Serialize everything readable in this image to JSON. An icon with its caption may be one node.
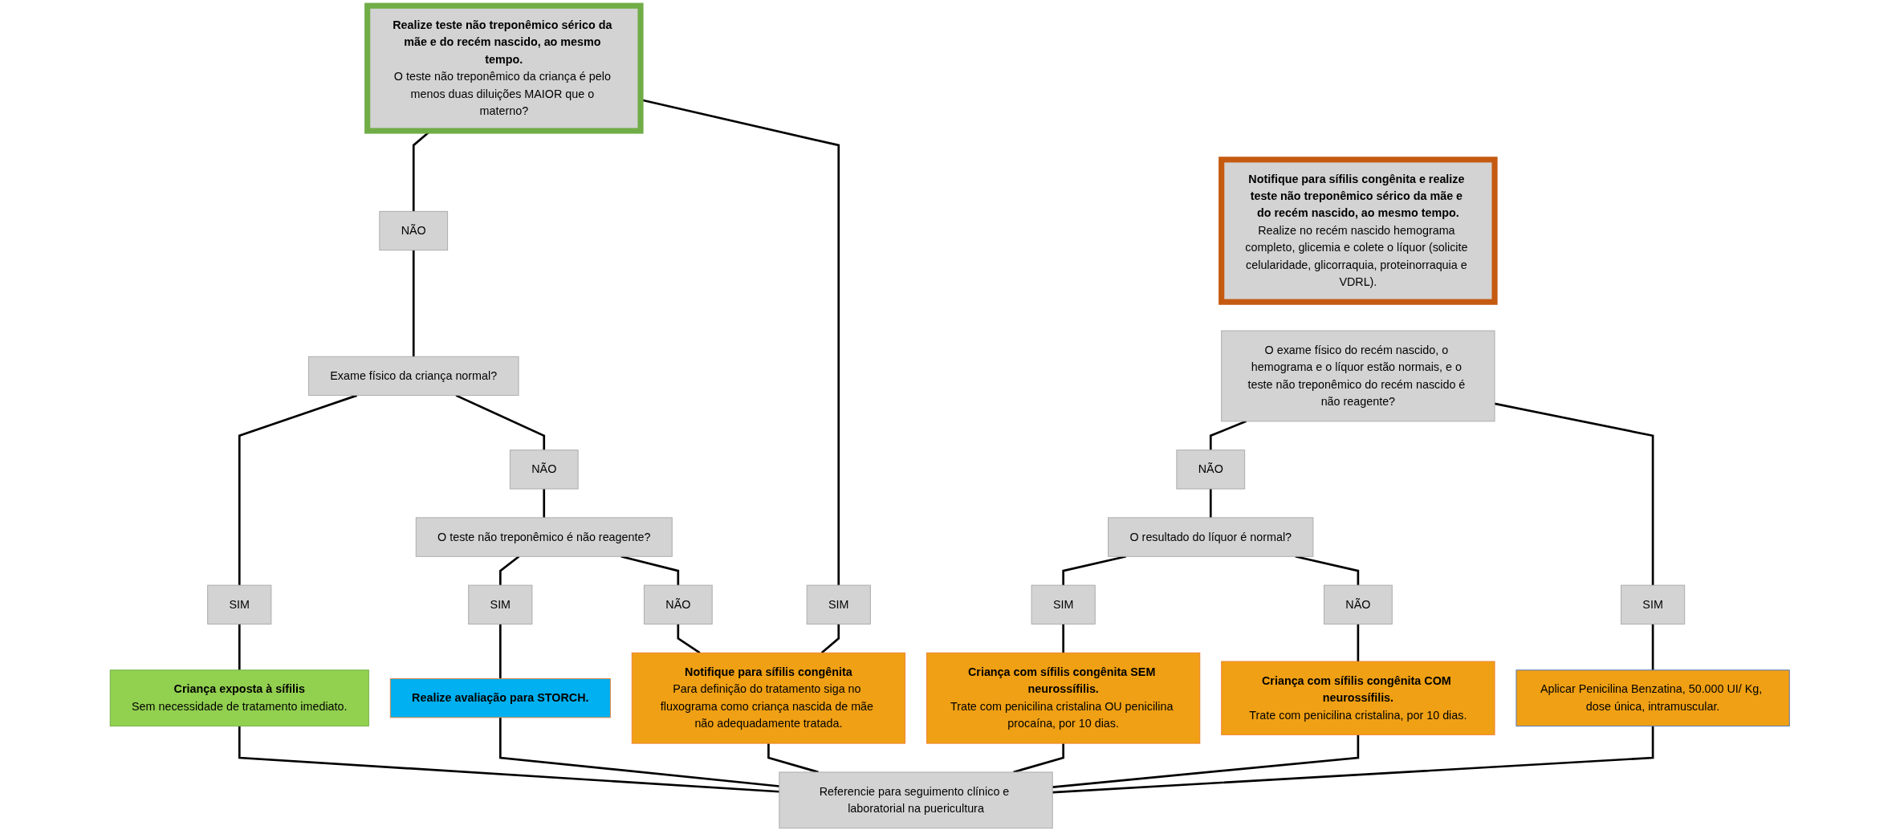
{
  "diagram": {
    "nodes": [
      {
        "text": [
          "Realize teste não treponêmico sérico da mãe e do recém nascido, ao mesmo tempo.",
          "O teste não treponêmico da criança é pelo menos duas diluições MAIOR que o materno?"
        ]
      },
      {
        "text": [
          "NÃO"
        ]
      },
      {
        "text": [
          "SIM"
        ]
      },
      {
        "text": [
          "Exame físico da criança normal?"
        ]
      },
      {
        "text": [
          "SIM"
        ]
      },
      {
        "text": [
          "NÃO"
        ]
      },
      {
        "text": [
          "O teste não treponêmico é não reagente?"
        ]
      },
      {
        "text": [
          "SIM"
        ]
      },
      {
        "text": [
          "NÃO"
        ]
      },
      {
        "text": [
          "Criança exposta à sífilis",
          "Sem necessidade de tratamento imediato."
        ]
      },
      {
        "text": [
          "Realize avaliação para STORCH."
        ]
      },
      {
        "text": [
          "Notifique para sífilis congênita",
          "Para definição do tratamento siga no fluxograma como criança nascida de mãe não adequadamente tratada."
        ]
      },
      {
        "text": [
          "Notifique para sífilis congênita e realize teste não treponêmico sérico da mãe e do recém nascido, ao mesmo tempo.",
          "Realize no recém nascido hemograma completo, glicemia e colete o líquor (solicite celularidade, glicorraquia, proteinorraquia e VDRL)."
        ]
      },
      {
        "text": [
          "O exame físico do recém nascido, o hemograma e o líquor estão normais, e o teste não treponêmico do recém nascido é não reagente?"
        ]
      },
      {
        "text": [
          "NÃO"
        ]
      },
      {
        "text": [
          "SIM"
        ]
      },
      {
        "text": [
          "O resultado do líquor é normal?"
        ]
      },
      {
        "text": [
          "SIM"
        ]
      },
      {
        "text": [
          "NÃO"
        ]
      },
      {
        "text": [
          "Criança com sífilis congênita SEM neurossífilis.",
          "Trate com penicilina cristalina OU penicilina procaína, por 10 dias."
        ]
      },
      {
        "text": [
          "Criança com sífilis congênita COM neurossífilis.",
          "Trate com penicilina cristalina, por 10 dias."
        ]
      },
      {
        "text": [
          "Aplicar Penicilina Benzatina, 50.000 UI/ Kg, dose única, intramuscular."
        ]
      },
      {
        "text": [
          "Referencie para seguimento clínico e laboratorial na puericultura"
        ]
      }
    ],
    "edges": [
      {
        "from": 0,
        "to": 1,
        "arrow": "none"
      },
      {
        "from": 0,
        "to": 2,
        "arrow": "none"
      },
      {
        "from": 1,
        "to": 3,
        "arrow": "none"
      },
      {
        "from": 3,
        "to": 4,
        "arrow": "none"
      },
      {
        "from": 3,
        "to": 5,
        "arrow": "none"
      },
      {
        "from": 5,
        "to": 6,
        "arrow": "none"
      },
      {
        "from": 4,
        "to": 9,
        "arrow": "none"
      },
      {
        "from": 6,
        "to": 7,
        "arrow": "none"
      },
      {
        "from": 6,
        "to": 8,
        "arrow": "none"
      },
      {
        "from": 7,
        "to": 10,
        "arrow": "none"
      },
      {
        "from": 8,
        "to": 11,
        "arrow": "none"
      },
      {
        "from": 2,
        "to": 11,
        "arrow": "none"
      },
      {
        "from": 13,
        "to": 14,
        "arrow": "none"
      },
      {
        "from": 13,
        "to": 15,
        "arrow": "none"
      },
      {
        "from": 14,
        "to": 16,
        "arrow": "none"
      },
      {
        "from": 16,
        "to": 17,
        "arrow": "none"
      },
      {
        "from": 16,
        "to": 18,
        "arrow": "none"
      },
      {
        "from": 17,
        "to": 19,
        "arrow": "none"
      },
      {
        "from": 18,
        "to": 20,
        "arrow": "none"
      },
      {
        "from": 15,
        "to": 21,
        "arrow": "none"
      },
      {
        "from": 9,
        "to": 22,
        "arrow": "none"
      },
      {
        "from": 10,
        "to": 22,
        "arrow": "none"
      },
      {
        "from": 11,
        "to": 22,
        "arrow": "none"
      },
      {
        "from": 19,
        "to": 22,
        "arrow": "none"
      },
      {
        "from": 20,
        "to": 22,
        "arrow": "none"
      },
      {
        "from": 21,
        "to": 22,
        "arrow": "none"
      }
    ]
  }
}
